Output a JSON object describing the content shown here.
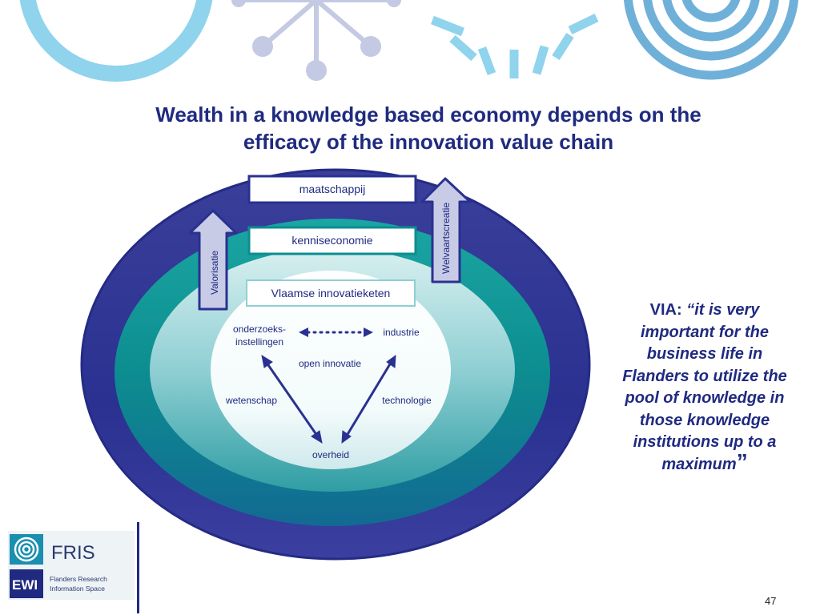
{
  "title_line1": "Wealth in a knowledge based economy depends on the",
  "title_line2": "efficacy of the innovation value chain",
  "diagram": {
    "maatschappij": "maatschappij",
    "kenniseconomie": "kenniseconomie",
    "vlaamse": "Vlaamse innovatieketen",
    "valorisatie": "Valorisatie",
    "welvaart": "Welvaartscreatie",
    "onderzoek_1": "onderzoeks-",
    "onderzoek_2": "instellingen",
    "industrie": "industrie",
    "open": "open innovatie",
    "wetenschap": "wetenschap",
    "technologie": "technologie",
    "overheid": "overheid"
  },
  "quote": {
    "prefix": "VIA: ",
    "open_mark": "“",
    "text": "it is very important for the business life in Flanders to utilize the pool of knowledge in those knowledge institutions up to a maximum",
    "close_mark": "”"
  },
  "logo": {
    "fris": "FRIS",
    "ewi": "EWI",
    "line1": "Flanders Research",
    "line2": "Information Space"
  },
  "page_number": "47",
  "colors": {
    "navy": "#1f2a80",
    "teal": "#0b8a8c",
    "light_blue": "#8fd3ec",
    "lavender": "#c4c9e4",
    "arrow_fill": "#c8cbe6"
  }
}
